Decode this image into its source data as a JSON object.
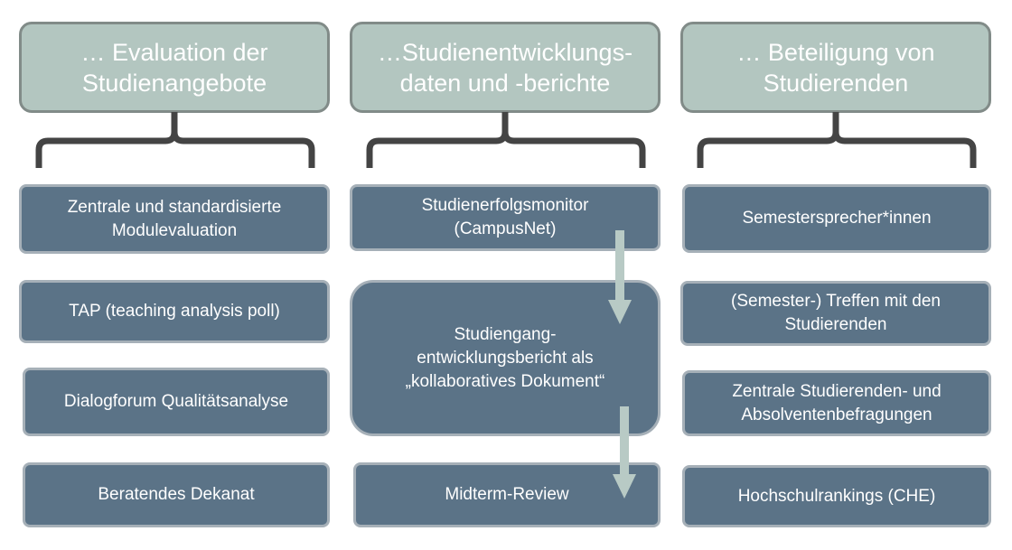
{
  "columns": [
    {
      "header": "… Evaluation der\nStudienangebote",
      "items": [
        "Zentrale und standardisierte\nModulevaluation",
        "TAP (teaching analysis poll)",
        "Dialogforum Qualitätsanalyse",
        "Beratendes Dekanat"
      ]
    },
    {
      "header": "…Studienentwicklungs-\ndaten und -berichte",
      "items": [
        "Studienerfolgsmonitor\n(CampusNet)",
        "Studiengang-\nentwicklungsbericht als\n„kollaboratives Dokument“",
        "Midterm-Review"
      ]
    },
    {
      "header": "… Beteiligung von\nStudierenden",
      "items": [
        "Semestersprecher*innen",
        "(Semester-) Treffen mit den\nStudierenden",
        "Zentrale Studierenden- und\nAbsolventenbefragungen",
        "Hochschulrankings (CHE)"
      ]
    }
  ],
  "colors": {
    "header_fill": "#b3c6c0",
    "header_border": "#818b88",
    "box_fill": "#5b7387",
    "box_border": "#a6b0b8",
    "brace": "#444444",
    "arrow": "#b8cac5"
  }
}
